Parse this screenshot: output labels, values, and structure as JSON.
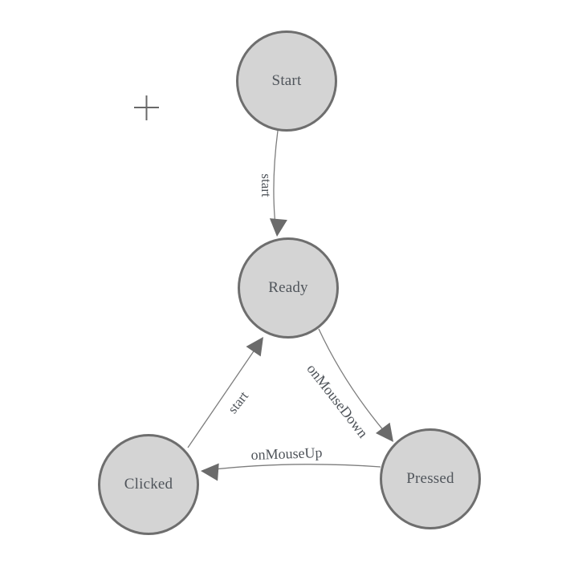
{
  "diagram": {
    "type": "state-machine",
    "nodes": [
      {
        "id": "start",
        "label": "Start"
      },
      {
        "id": "ready",
        "label": "Ready"
      },
      {
        "id": "clicked",
        "label": "Clicked"
      },
      {
        "id": "pressed",
        "label": "Pressed"
      }
    ],
    "edges": [
      {
        "from": "Start",
        "to": "Ready",
        "label": "start"
      },
      {
        "from": "Ready",
        "to": "Pressed",
        "label": "onMouseDown"
      },
      {
        "from": "Pressed",
        "to": "Clicked",
        "label": "onMouseUp"
      },
      {
        "from": "Clicked",
        "to": "Ready",
        "label": "start"
      }
    ],
    "icons": {
      "plus": "crosshair-plus"
    },
    "colors": {
      "node_fill": "#d4d4d4",
      "node_border": "#6e6e6e",
      "label_text": "#4f545a",
      "edge_line": "#7d7d7d",
      "arrowhead": "#6b6b6b",
      "plus": "#696969",
      "background": "#ffffff"
    }
  }
}
